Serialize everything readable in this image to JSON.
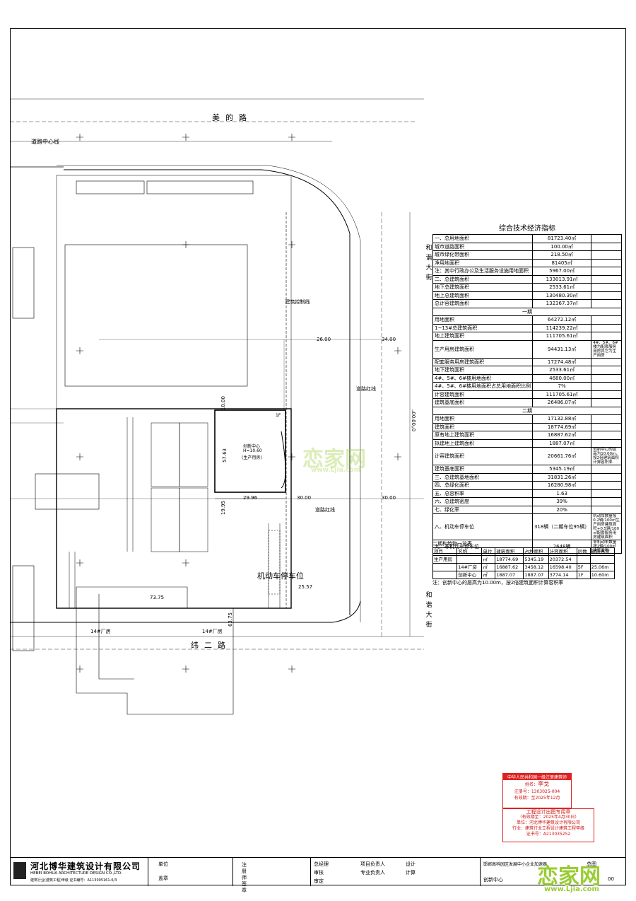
{
  "roads": {
    "meide": "美的路",
    "centerline": "道路中心线",
    "weier": "纬二路",
    "hexie_top": "和谐大街",
    "hexie_bottom": "和谐大街"
  },
  "plan_labels": {
    "control_line": "建筑控制线",
    "red_line_1": "道路红线",
    "red_line_2": "道路红线",
    "parking": "机动车停车位",
    "innovation_title": "创新中心",
    "innovation_height": "H=10.60",
    "innovation_note": "(生产用房)",
    "innovation_floor": "1F",
    "bearing": "0°00'00\"",
    "dim_30a": "30.00",
    "dim_30b": "30.00",
    "dim_2996": "29.96",
    "dim_5763": "57.63",
    "dim_6375": "63.75",
    "dim_7375": "73.75",
    "dim_2557": "25.57",
    "dim_2600": "26.00",
    "dim_3400": "34.00",
    "dim_1000": "10.00",
    "dim_1995": "19.95",
    "bldg_14": "14#厂房",
    "bldg_14b": "14#厂房"
  },
  "indicators": {
    "title": "综合技术经济指标",
    "rows": [
      {
        "c1": "一、总用地面积",
        "c2": "81723.40㎡",
        "c3": ""
      },
      {
        "c1": "城市道路面积",
        "c2": "100.00㎡",
        "c3": ""
      },
      {
        "c1": "城市绿化带面积",
        "c2": "218.50㎡",
        "c3": ""
      },
      {
        "c1": "净用地面积",
        "c2": "81405㎡",
        "c3": ""
      },
      {
        "c1": "注：其中行政办公及生活服务设施用地面积",
        "c2": "5967.00㎡",
        "c3": ""
      },
      {
        "c1": "二、总建筑面积",
        "c2": "133013.91㎡",
        "c3": ""
      },
      {
        "c1": "地下总建筑面积",
        "c2": "2533.61㎡",
        "c3": ""
      },
      {
        "c1": "地上总建筑面积",
        "c2": "130480.30㎡",
        "c3": ""
      },
      {
        "c1": "总计容建筑面积",
        "c2": "132367.37㎡",
        "c3": ""
      },
      {
        "c1": "一期",
        "c2": "",
        "c3": "",
        "sec": true
      },
      {
        "c1": "用地面积",
        "c2": "64272.12㎡",
        "c3": ""
      },
      {
        "c1": "1~13#总建筑面积",
        "c2": "114239.22㎡",
        "c3": ""
      },
      {
        "c1": "地上建筑面积",
        "c2": "111705.61㎡",
        "c3": ""
      },
      {
        "c1": "生产用房建筑面积",
        "c2": "94431.13㎡",
        "c3": "4#、5#、6#楼为配套服务用房其它为生产用房"
      },
      {
        "c1": "配套服务用房建筑面积",
        "c2": "17274.48㎡",
        "c3": ""
      },
      {
        "c1": "地下建筑面积",
        "c2": "2533.61㎡",
        "c3": ""
      },
      {
        "c1": "4#、5#、6#楼用地面积",
        "c2": "4680.00㎡",
        "c3": ""
      },
      {
        "c1": "4#、5#、6#楼用地面积占总用地面积比例",
        "c2": "7%",
        "c3": ""
      },
      {
        "c1": "计容建筑面积",
        "c2": "111705.61㎡",
        "c3": ""
      },
      {
        "c1": "建筑基底面积",
        "c2": "26486.07㎡",
        "c3": ""
      },
      {
        "c1": "二期",
        "c2": "",
        "c3": "",
        "sec": true
      },
      {
        "c1": "用地面积",
        "c2": "17132.88㎡",
        "c3": ""
      },
      {
        "c1": "建筑面积",
        "c2": "18774.69㎡",
        "c3": ""
      },
      {
        "c1": "原有地上建筑面积",
        "c2": "16887.62㎡",
        "c3": ""
      },
      {
        "c1": "拟建地上建筑面积",
        "c2": "1887.07㎡",
        "c3": ""
      },
      {
        "c1": "计容建筑面积",
        "c2": "20661.76㎡",
        "c3": "创新中心的层高为10.00m，按2倍建筑面积计算容积率"
      },
      {
        "c1": "建筑基底面积",
        "c2": "5345.19㎡",
        "c3": ""
      },
      {
        "c1": "三、总建筑基地面积",
        "c2": "31831.26㎡",
        "c3": ""
      },
      {
        "c1": "四、总绿化面积",
        "c2": "16280.98㎡",
        "c3": ""
      },
      {
        "c1": "五、总容积率",
        "c2": "1.63",
        "c3": ""
      },
      {
        "c1": "六、总建筑密度",
        "c2": "39%",
        "c3": ""
      },
      {
        "c1": "七、绿化率",
        "c2": "20%",
        "c3": ""
      },
      {
        "c1": "八、机动车停车位",
        "c2": "318辆（二期车位95辆）",
        "c3": "机动车数量按0.2辆/100㎡生产用房建筑面积+0.5辆/100㎡配套服务用房建筑面积"
      },
      {
        "c1": "九、非机动车停车位",
        "c2": "2648辆",
        "c3": "非机动车数量按2辆/100㎡建筑面积"
      }
    ]
  },
  "phase2": {
    "title": "二期构筑物一览表",
    "headers": [
      "项目",
      "名称",
      "单位",
      "建筑面积",
      "占地面积",
      "计容面积",
      "层数",
      "建筑高度"
    ],
    "rows": [
      [
        "生产用房",
        "",
        "㎡",
        "18774.69",
        "5345.19",
        "20372.54",
        "",
        ""
      ],
      [
        "",
        "14#厂房",
        "㎡",
        "16887.62",
        "3458.12",
        "16598.40",
        "5F",
        "25.06m"
      ],
      [
        "",
        "创新中心",
        "㎡",
        "1887.07",
        "1887.07",
        "3774.14",
        "1F",
        "10.60m"
      ]
    ],
    "note": "注：创新中心的层高为10.00m，按2倍建筑面积计算容积率"
  },
  "stamp1": {
    "title": "中华人民共和国一级注册建筑师",
    "name_label": "姓名：",
    "name": "李戈",
    "reg_label": "注册号：",
    "reg": "1303025-004",
    "valid_label": "有效期：",
    "valid": "至2025年12月"
  },
  "stamp2": {
    "title": "工程设计出图专用章",
    "sub": "（有效期至：2025年4月30日）",
    "unit": "单位：河北博华建筑设计有限公司",
    "industry": "行业：建筑行业工程设计建筑工程甲级",
    "cert": "证书号：A213035252"
  },
  "titleblock": {
    "company_cn": "河北博华建筑设计有限公司",
    "company_en": "HEBEI BOHUA ARCHITECTURE DESIGN CO.,LTD.",
    "cert_line": "建筑行业(建筑工程)甲级 证书编号：A113005161-6/3",
    "unit_label": "单位",
    "seal_label": "盖章",
    "check_label": "注册师签章",
    "reviewer": "总经理",
    "project_lead": "项目负责人",
    "design": "设计",
    "review": "审核",
    "calc": "审定",
    "pro_lead": "专业负责人",
    "compute": "计算",
    "project_name": "邯郸高科园区发展中小企业加速器",
    "building_name": "创新中心",
    "drawing_no": "总图",
    "num": "00"
  },
  "watermark": {
    "text": "恋家网",
    "url": "www.Ljia.com"
  }
}
